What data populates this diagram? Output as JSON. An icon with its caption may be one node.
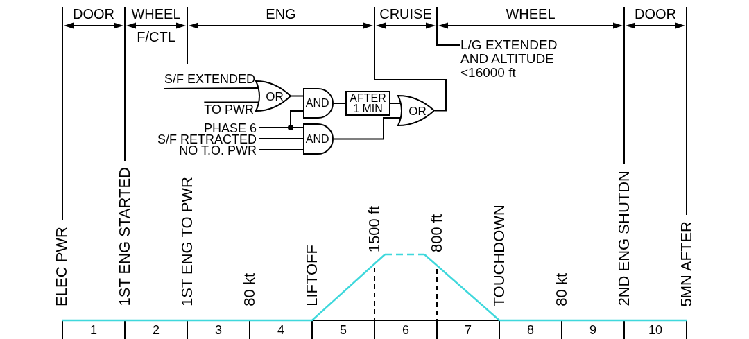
{
  "diagram": {
    "nodes": [
      {
        "text": [
          "DOOR"
        ]
      },
      {
        "text": [
          "WHEEL",
          "F/CTL"
        ]
      },
      {
        "text": [
          "ENG"
        ]
      },
      {
        "text": [
          "CRUISE"
        ]
      },
      {
        "text": [
          "WHEEL"
        ]
      },
      {
        "text": [
          "DOOR"
        ]
      },
      {
        "text": [
          "L/G EXTENDED AND ALTITUDE <16000 ft"
        ]
      },
      {
        "text": [
          "S/F EXTENDED"
        ]
      },
      {
        "text": [
          "OR"
        ]
      },
      {
        "text": [
          "AND"
        ]
      },
      {
        "text": [
          "AFTER 1 MIN"
        ]
      },
      {
        "text": [
          "OR"
        ]
      },
      {
        "text": [
          "TO PWR"
        ]
      },
      {
        "text": [
          "PHASE 6"
        ]
      },
      {
        "text": [
          "AND"
        ]
      },
      {
        "text": [
          "S/F RETRACTED"
        ]
      },
      {
        "text": [
          "NO T.O. PWR"
        ]
      }
    ],
    "edges": [
      {
        "from": 6,
        "to": 4,
        "arrow": "none"
      },
      {
        "from": 7,
        "to": 8,
        "arrow": "none"
      },
      {
        "from": 12,
        "to": 8,
        "arrow": "none"
      },
      {
        "from": 8,
        "to": 9,
        "arrow": "none"
      },
      {
        "from": 13,
        "to": 9,
        "arrow": "none"
      },
      {
        "from": 13,
        "to": 14,
        "arrow": "none"
      },
      {
        "from": 15,
        "to": 14,
        "arrow": "none"
      },
      {
        "from": 16,
        "to": 14,
        "arrow": "none"
      },
      {
        "from": 9,
        "to": 10,
        "arrow": "none"
      },
      {
        "from": 10,
        "to": 11,
        "arrow": "none"
      },
      {
        "from": 14,
        "to": 11,
        "arrow": "none"
      },
      {
        "from": 11,
        "to": 3,
        "arrow": "none"
      }
    ],
    "labels": [
      "ELEC PWR",
      "1ST ENG STARTED",
      "1ST ENG TO PWR",
      "80 kt",
      "LIFTOFF",
      "1500 ft",
      "800 ft",
      "TOUCHDOWN",
      "80 kt",
      "2ND ENG SHUTDN",
      "5MN AFTER",
      "1",
      "2",
      "3",
      "4",
      "5",
      "6",
      "7",
      "8",
      "9",
      "10"
    ]
  }
}
